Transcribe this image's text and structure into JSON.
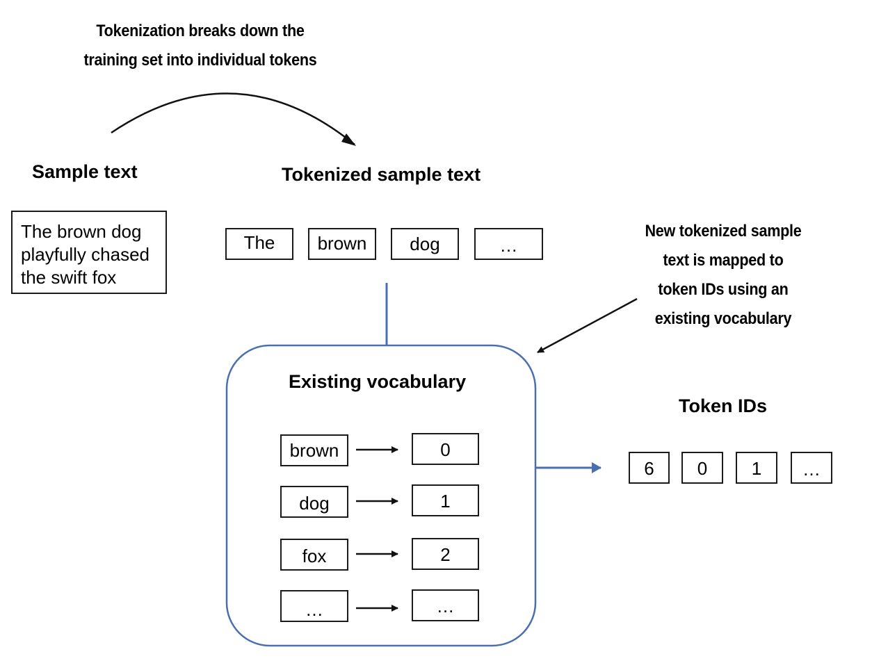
{
  "top_annotation": {
    "line1": "Tokenization breaks down the",
    "line2": "training set into individual tokens"
  },
  "sample": {
    "heading": "Sample text",
    "lines": [
      "The brown dog",
      "playfully chased",
      "the swift fox"
    ]
  },
  "tokenized": {
    "heading": "Tokenized sample text",
    "tokens": [
      "The",
      "brown",
      "dog",
      "…"
    ]
  },
  "right_annotation": {
    "lines": [
      "New tokenized sample",
      "text is mapped to",
      "token IDs using an",
      "existing vocabulary"
    ]
  },
  "vocabulary": {
    "heading": "Existing vocabulary",
    "entries": [
      {
        "token": "brown",
        "id": "0"
      },
      {
        "token": "dog",
        "id": "1"
      },
      {
        "token": "fox",
        "id": "2"
      },
      {
        "token": "…",
        "id": "…"
      }
    ]
  },
  "token_ids": {
    "heading": "Token IDs",
    "ids": [
      "6",
      "0",
      "1",
      "…"
    ]
  },
  "colors": {
    "connector": "#4a6fb0",
    "vocab_border": "#4a6fb0",
    "line": "#1a1a1a"
  }
}
